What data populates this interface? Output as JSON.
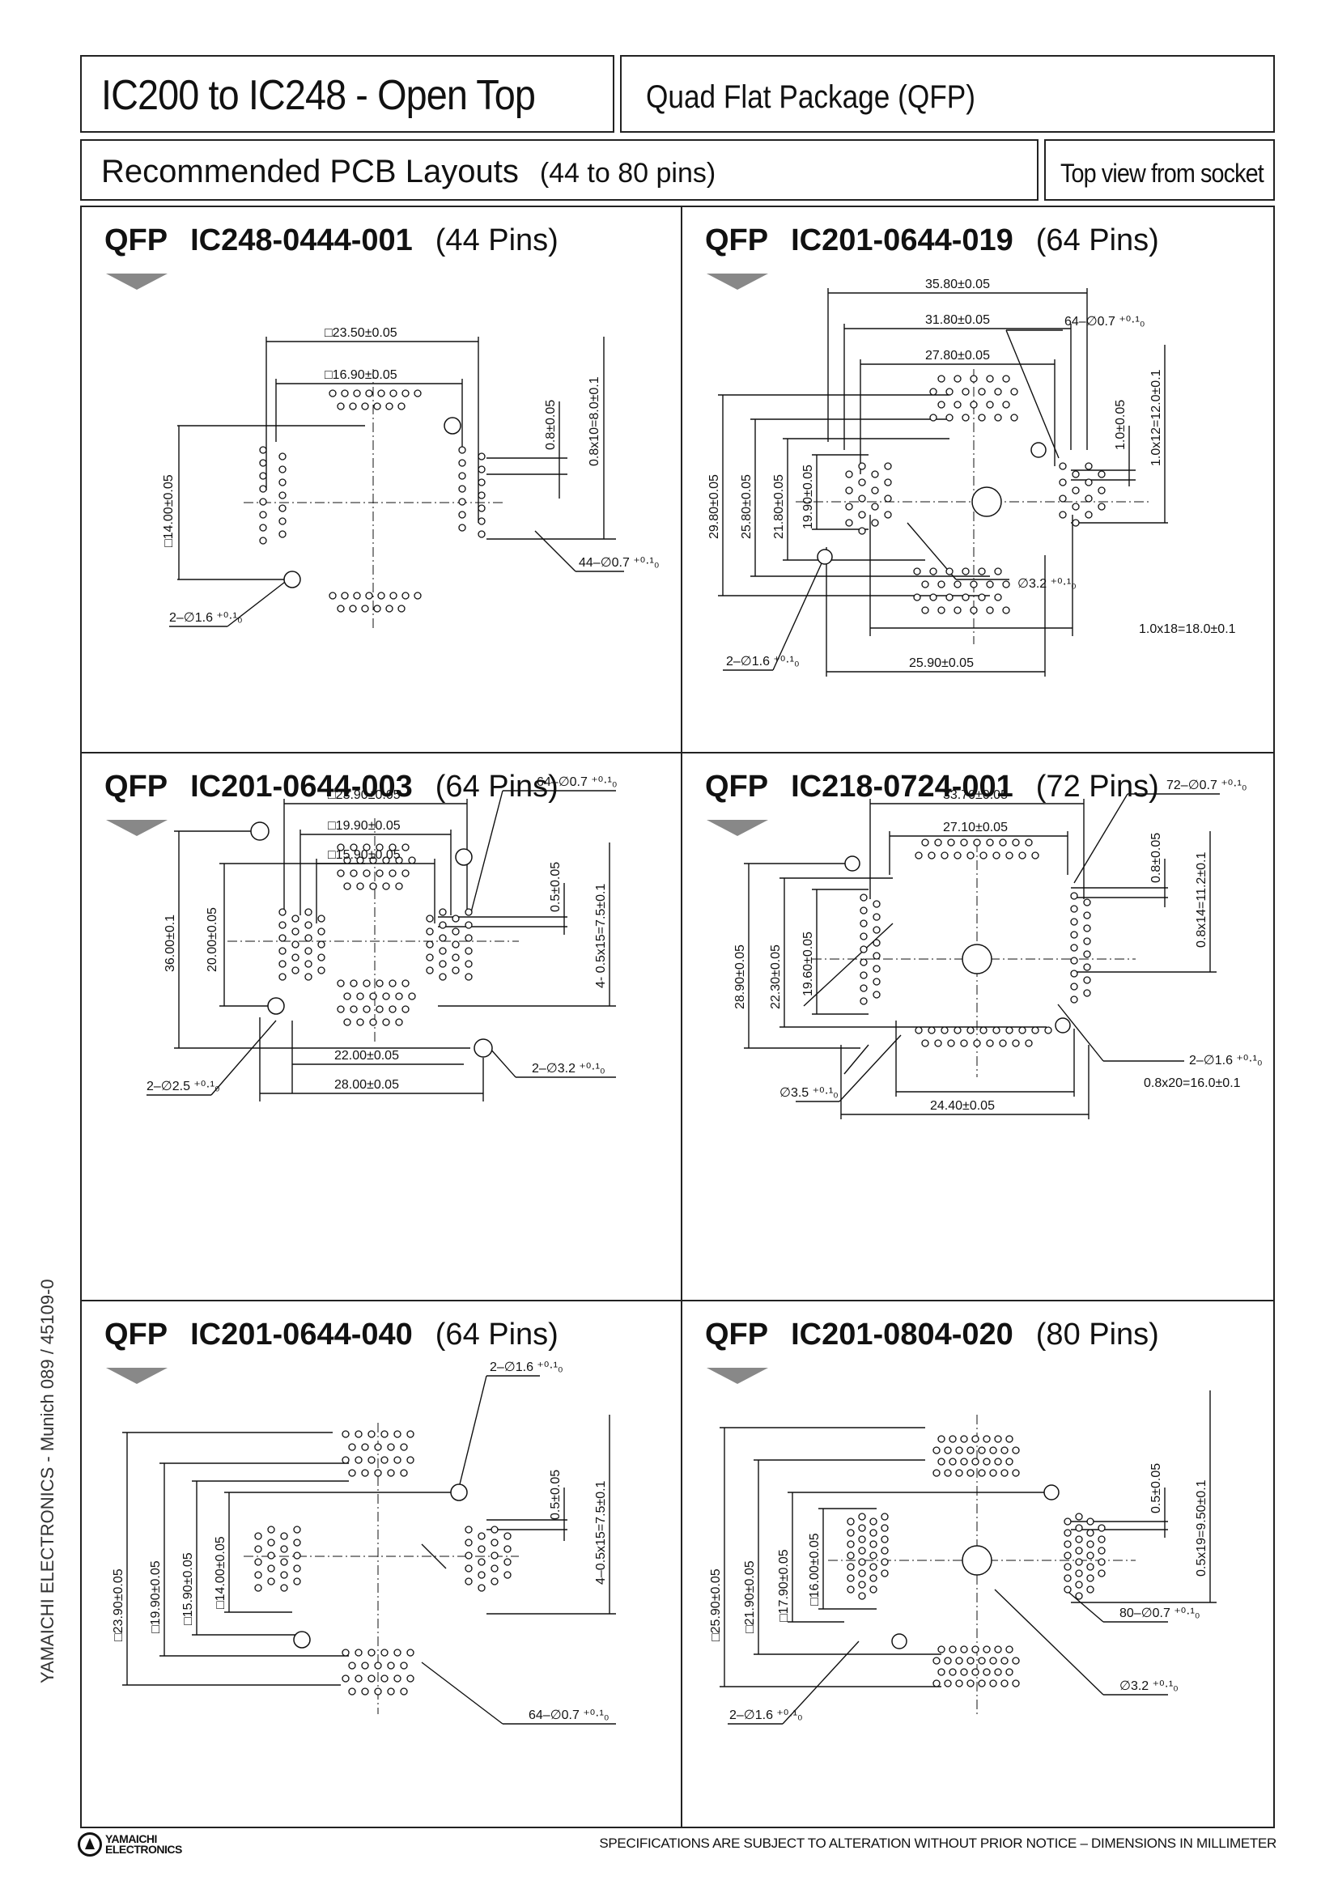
{
  "header": {
    "title": "IC200 to IC248  - Open Top",
    "package": "Quad Flat Package (QFP)",
    "subtitle": "Recommended PCB Layouts",
    "pin_range": "(44 to 80 pins)",
    "view_note": "Top view from socket"
  },
  "panels": [
    {
      "family": "QFP",
      "part": "IC248-0444-001",
      "pins": "(44 Pins)",
      "dims": {
        "d1": "□23.50±0.05",
        "d2": "□16.90±0.05",
        "v1": "□14.00±0.05",
        "p1": "0.8±0.05",
        "p2": "0.8x10=8.0±0.1",
        "holes1": "44–∅0.7 ⁺⁰·¹₀",
        "holes2": "2–∅1.6 ⁺⁰·¹₀"
      }
    },
    {
      "family": "QFP",
      "part": "IC201-0644-019",
      "pins": "(64 Pins)",
      "dims": {
        "d1": "35.80±0.05",
        "d2": "31.80±0.05",
        "d3": "27.80±0.05",
        "v1": "29.80±0.05",
        "v2": "25.80±0.05",
        "v3": "21.80±0.05",
        "v4": "19.90±0.05",
        "p1": "1.0±0.05",
        "p2": "1.0x12=12.0±0.1",
        "holes1": "64–∅0.7 ⁺⁰·¹₀",
        "center": "∅3.2 ⁺⁰·¹₀",
        "b1": "1.0x18=18.0±0.1",
        "b2": "25.90±0.05",
        "holes2": "2–∅1.6 ⁺⁰·¹₀"
      }
    },
    {
      "family": "QFP",
      "part": "IC201-0644-003",
      "pins": "(64 Pins)",
      "dims": {
        "d1": "□23.90±0.05",
        "d2": "□19.90±0.05",
        "d3": "□15.90±0.05",
        "v1": "36.00±0.1",
        "v2": "20.00±0.05",
        "p1": "0.5±0.05",
        "p2": "4- 0.5x15=7.5±0.1",
        "holes1": "64–∅0.7 ⁺⁰·¹₀",
        "b1": "22.00±0.05",
        "b2": "28.00±0.05",
        "holes2": "2–∅2.5 ⁺⁰·¹₀",
        "holes3": "2–∅3.2 ⁺⁰·¹₀"
      }
    },
    {
      "family": "QFP",
      "part": "IC218-0724-001",
      "pins": "(72 Pins)",
      "dims": {
        "d1": "33.70±0.05",
        "d2": "27.10±0.05",
        "v1": "28.90±0.05",
        "v2": "22.30±0.05",
        "v3": "19.60±0.05",
        "p1": "0.8±0.05",
        "p2": "0.8x14=11.2±0.1",
        "holes1": "72–∅0.7 ⁺⁰·¹₀",
        "holes2": "2–∅1.6 ⁺⁰·¹₀",
        "center": "∅3.5 ⁺⁰·¹₀",
        "b1": "0.8x20=16.0±0.1",
        "b2": "24.40±0.05"
      }
    },
    {
      "family": "QFP",
      "part": "IC201-0644-040",
      "pins": "(64 Pins)",
      "dims": {
        "v1": "□23.90±0.05",
        "v2": "□19.90±0.05",
        "v3": "□15.90±0.05",
        "v4": "□14.00±0.05",
        "p1": "0.5±0.05",
        "p2": "4–0.5x15=7.5±0.1",
        "holes1": "2–∅1.6 ⁺⁰·¹₀",
        "holes2": "64–∅0.7 ⁺⁰·¹₀"
      }
    },
    {
      "family": "QFP",
      "part": "IC201-0804-020",
      "pins": "(80 Pins)",
      "dims": {
        "v1": "□25.90±0.05",
        "v2": "□21.90±0.05",
        "v3": "□17.90±0.05",
        "v4": "□16.00±0.05",
        "p1": "0.5±0.05",
        "p2": "0.5x19=9.50±0.1",
        "holes1": "80–∅0.7 ⁺⁰·¹₀",
        "center": "∅3.2 ⁺⁰·¹₀",
        "holes2": "2–∅1.6 ⁺⁰·¹₀"
      }
    }
  ],
  "sidebar": "YAMAICHI ELECTRONICS  -  Munich 089 / 45109-0",
  "logo": {
    "line1": "YAMAICHI",
    "line2": "ELECTRONICS"
  },
  "footer": "SPECIFICATIONS ARE SUBJECT TO ALTERATION WITHOUT PRIOR NOTICE   –   DIMENSIONS IN MILLIMETER"
}
